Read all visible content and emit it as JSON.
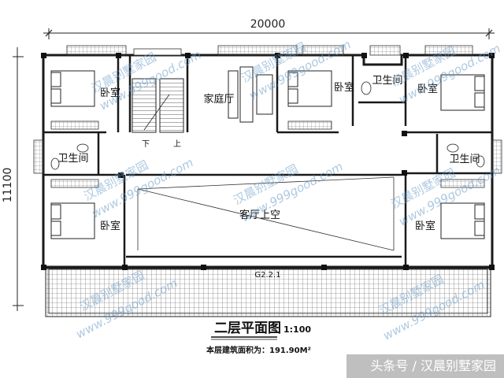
{
  "dimensions": {
    "width": "20000",
    "depth": "11100"
  },
  "rooms": {
    "family_hall": "家庭厅",
    "bedroom": "卧室",
    "bathroom": "卫生间",
    "void": "客厅上空",
    "stair_down": "下",
    "stair_up": "上"
  },
  "balcony_label": "G2.2.1",
  "title": "二层平面图",
  "scale": "1:100",
  "area_note": "本层建筑面积为：191.90M²",
  "watermark": {
    "text": "汉晨别墅家园",
    "url": "www.999good.com"
  },
  "credit": "头条号 / 汉晨别墅家园",
  "colors": {
    "wall": "#1a1a1a",
    "line": "#333333",
    "watermark": "#6a9cc8"
  }
}
